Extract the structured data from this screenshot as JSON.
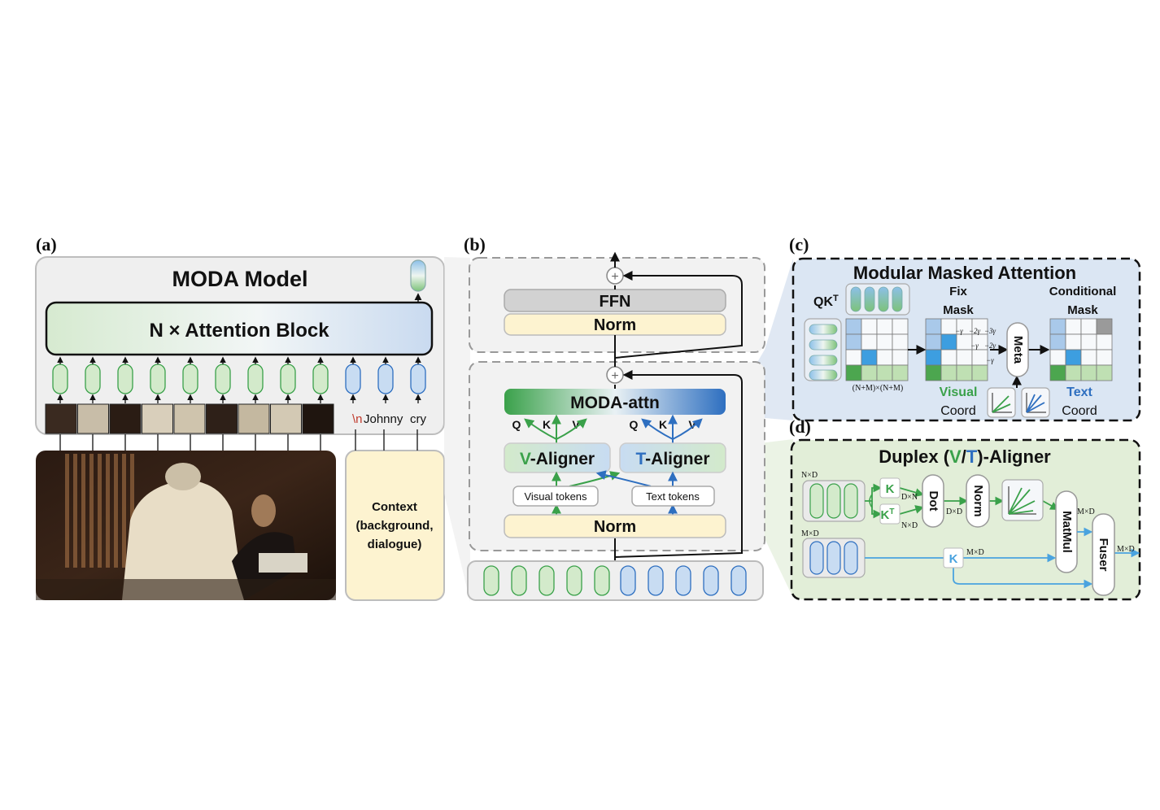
{
  "panels": {
    "a": {
      "label": "(a)",
      "title": "MODA Model",
      "block": "N × Attention Block",
      "tokens": {
        "newline": "\\n",
        "johnny": "Johnny",
        "cry": "cry"
      },
      "context": [
        "Context",
        "(background,",
        "dialogue)"
      ]
    },
    "b": {
      "label": "(b)",
      "ffn": "FFN",
      "norm_top": "Norm",
      "moda_attn": "MODA-attn",
      "qkv_left": [
        "Q",
        "K",
        "V"
      ],
      "qkv_right": [
        "Q",
        "K",
        "V"
      ],
      "v_aligner": {
        "prefix": "V",
        "suffix": "-Aligner"
      },
      "t_aligner": {
        "prefix": "T",
        "suffix": "-Aligner"
      },
      "visual_tokens": "Visual tokens",
      "text_tokens": "Text tokens",
      "norm_bottom": "Norm"
    },
    "c": {
      "label": "(c)",
      "title": "Modular Masked Attention",
      "qk": "QK",
      "qk_sup": "T",
      "fix_mask": [
        "Fix",
        "Mask"
      ],
      "cond_mask": [
        "Conditional",
        "Mask"
      ],
      "dims": "(N+M)×(N+M)",
      "mask_vals": {
        "r1": [
          "−γ",
          "−2γ",
          "−3γ"
        ],
        "r2": [
          "−γ",
          "−2γ"
        ],
        "r3": [
          "−γ"
        ]
      },
      "meta": "Meta",
      "visual": "Visual",
      "visual_coord": "Coord",
      "text": "Text",
      "text_coord": "Coord"
    },
    "d": {
      "label": "(d)",
      "title": {
        "pre": "Duplex (",
        "v": "V",
        "slash": "/",
        "t": "T",
        "post": ")-Aligner"
      },
      "nxd": "N×D",
      "mxd_in": "M×D",
      "k": "K",
      "kt": "K",
      "kt_sup": "T",
      "dxn": "D×N",
      "nxd2": "N×D",
      "dot": "Dot",
      "dxd": "D×D",
      "norm": "Norm",
      "matmul": "MatMul",
      "mxd_out": "M×D",
      "k2": "K",
      "mxd_mid": "M×D",
      "fuser": "Fuser",
      "mxd_final": "M×D"
    }
  },
  "colors": {
    "green": "#3aa14a",
    "blue": "#2e6fc0",
    "light_blue": "#4aa3df",
    "red": "#c0392b",
    "norm_bg": "#fdf3d0",
    "panel_bg": "#efefef",
    "c_bg": "#dbe6f3",
    "d_bg": "#e2eed8"
  }
}
